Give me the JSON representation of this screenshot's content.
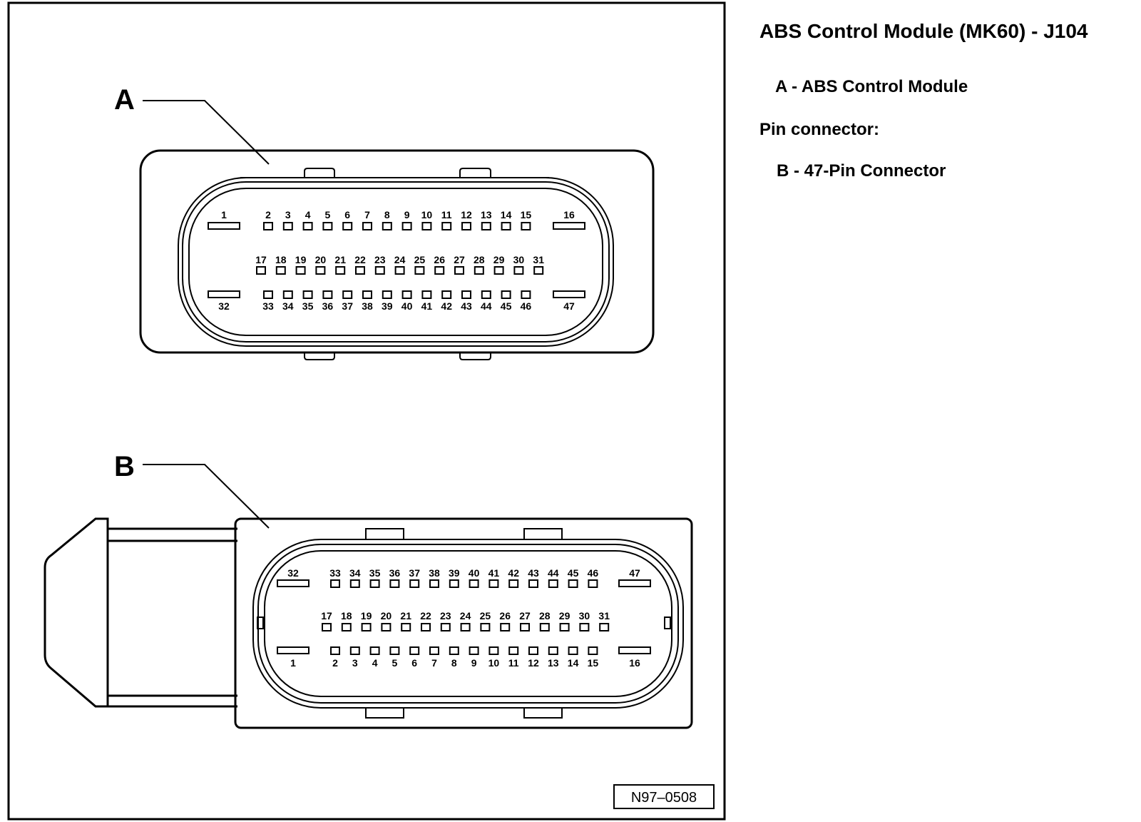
{
  "legend": {
    "title": "ABS Control Module (MK60) - J104",
    "item_a": "A - ABS Control Module",
    "pin_connector_heading": "Pin connector:",
    "item_b": "B - 47-Pin Connector"
  },
  "figure": {
    "callout_a": "A",
    "callout_b": "B",
    "figure_id": "N97–0508"
  },
  "connector_a": {
    "row_top": [
      "1",
      "2",
      "3",
      "4",
      "5",
      "6",
      "7",
      "8",
      "9",
      "10",
      "11",
      "12",
      "13",
      "14",
      "15",
      "16"
    ],
    "row_middle": [
      "17",
      "18",
      "19",
      "20",
      "21",
      "22",
      "23",
      "24",
      "25",
      "26",
      "27",
      "28",
      "29",
      "30",
      "31"
    ],
    "row_bottom": [
      "32",
      "33",
      "34",
      "35",
      "36",
      "37",
      "38",
      "39",
      "40",
      "41",
      "42",
      "43",
      "44",
      "45",
      "46",
      "47"
    ]
  },
  "connector_b": {
    "row_top": [
      "32",
      "33",
      "34",
      "35",
      "36",
      "37",
      "38",
      "39",
      "40",
      "41",
      "42",
      "43",
      "44",
      "45",
      "46",
      "47"
    ],
    "row_middle": [
      "17",
      "18",
      "19",
      "20",
      "21",
      "22",
      "23",
      "24",
      "25",
      "26",
      "27",
      "28",
      "29",
      "30",
      "31"
    ],
    "row_bottom": [
      "1",
      "2",
      "3",
      "4",
      "5",
      "6",
      "7",
      "8",
      "9",
      "10",
      "11",
      "12",
      "13",
      "14",
      "15",
      "16"
    ]
  }
}
